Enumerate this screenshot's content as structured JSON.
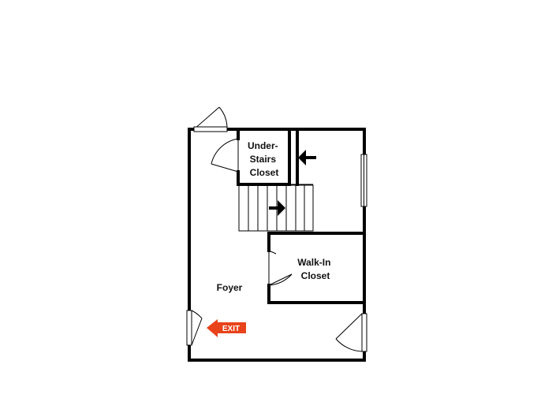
{
  "floor_plan": {
    "rooms": {
      "under_stairs_closet": [
        "Under-",
        "Stairs",
        "Closet"
      ],
      "walk_in_closet": [
        "Walk-In",
        "Closet"
      ],
      "foyer": "Foyer"
    },
    "exit_sign": {
      "label": "EXIT",
      "color": "#e8431b"
    },
    "arrows": [
      "arrow-left-icon",
      "arrow-right-icon"
    ]
  }
}
